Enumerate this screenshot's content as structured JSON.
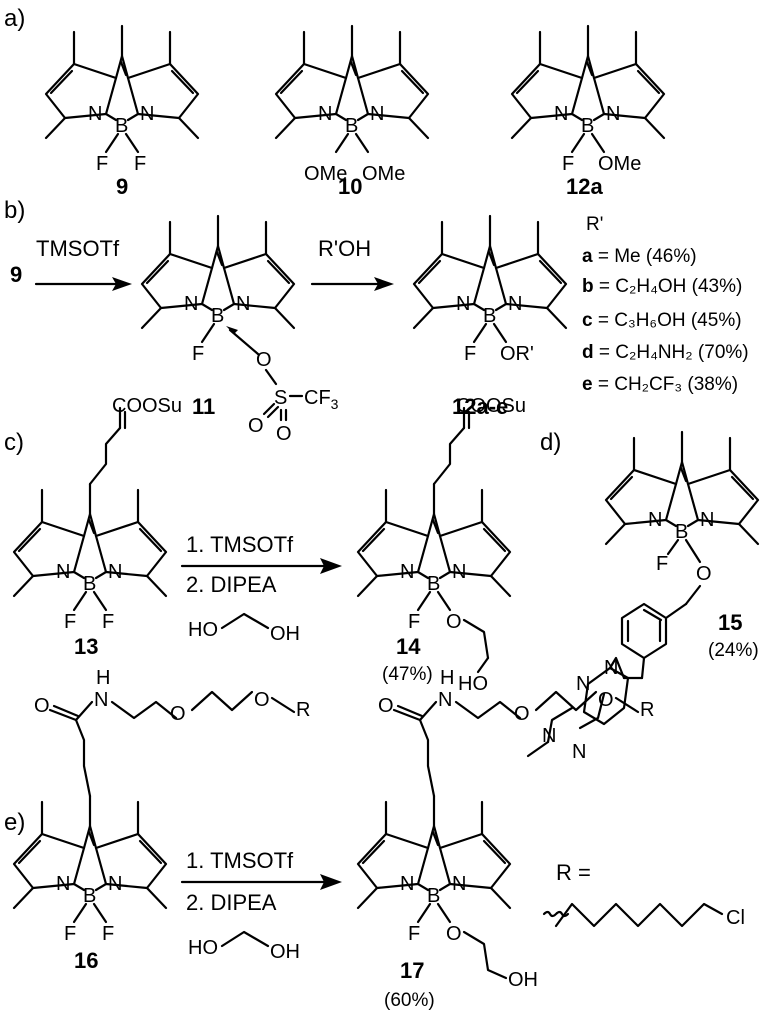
{
  "panels": {
    "a": "a)",
    "b": "b)",
    "c": "c)",
    "d": "d)",
    "e": "e)"
  },
  "compounds": {
    "c9": "9",
    "c10": "10",
    "c12a": "12a",
    "c11": "11",
    "c12ae": "12a-e",
    "c13": "13",
    "c14": "14",
    "c15": "15",
    "c16": "16",
    "c17": "17",
    "c9_ref": "9"
  },
  "yields": {
    "y14": "(47%)",
    "y15": "(24%)",
    "y17": "(60%)"
  },
  "reagents": {
    "b_step1": "TMSOTf",
    "b_step2": "R'OH",
    "c_step1": "1. TMSOTf",
    "c_step2": "2. DIPEA",
    "e_step1": "1. TMSOTf",
    "e_step2": "2. DIPEA"
  },
  "atoms": {
    "N": "N",
    "B": "B",
    "F": "F",
    "O": "O",
    "S": "S",
    "OMe": "OMe",
    "OR": "OR'",
    "CF3": "CF",
    "three": "3",
    "COOSu": "COOSu",
    "HO": "HO",
    "OH": "OH",
    "H": "H",
    "R": "R",
    "Cl": "Cl",
    "R_eq": "R ="
  },
  "substituents": {
    "header": "R'",
    "rows": [
      {
        "letter": "a",
        "text": " = Me (46%)"
      },
      {
        "letter": "b",
        "text": " = C₂H₄OH (43%)"
      },
      {
        "letter": "c",
        "text": " = C₃H₆OH (45%)"
      },
      {
        "letter": "d",
        "text": " = C₂H₄NH₂ (70%)"
      },
      {
        "letter": "e",
        "text": " = CH₂CF₃ (38%)"
      }
    ]
  }
}
